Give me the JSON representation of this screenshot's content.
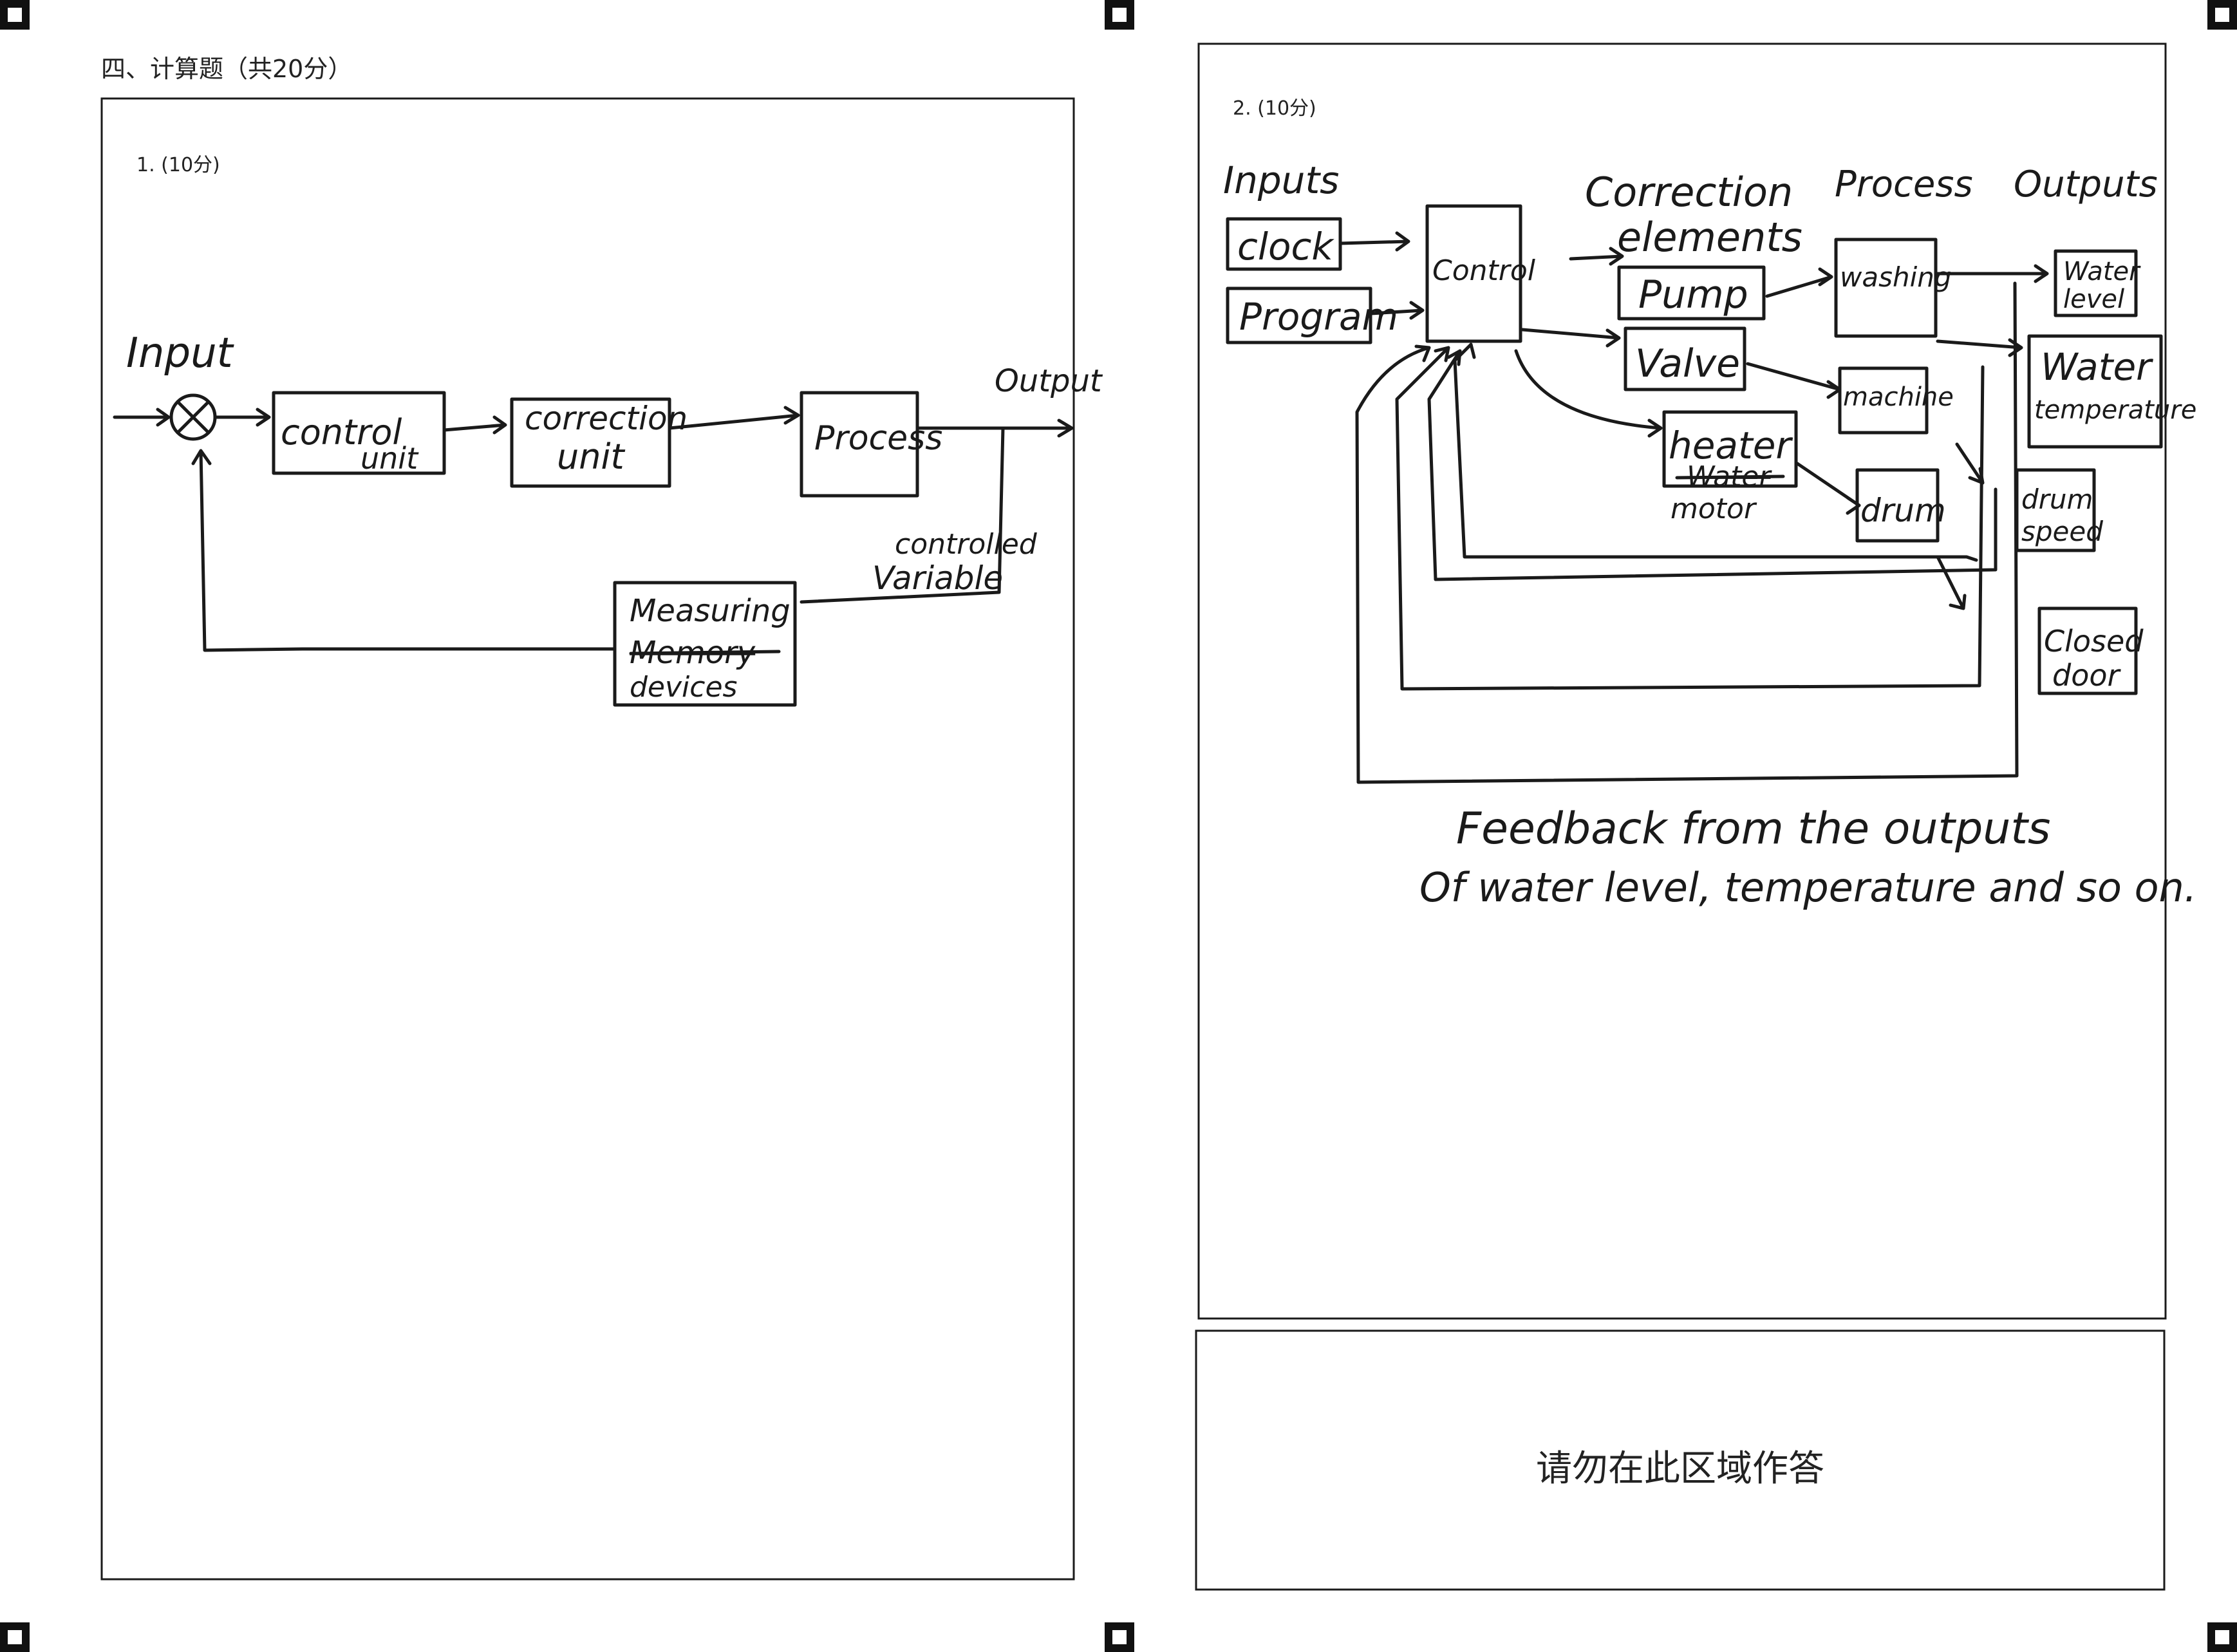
{
  "section_title": "四、计算题（共20分）",
  "question1": {
    "label": "1. (10分)",
    "input_label": "Input",
    "output_label": "Output",
    "blocks": {
      "control": [
        "control",
        "unit"
      ],
      "correction": [
        "correction",
        "unit"
      ],
      "process": "Process",
      "measuring": [
        "Measuring",
        "Memory",
        "devices"
      ]
    },
    "controlled_variable": [
      "controlled",
      "Variable"
    ]
  },
  "question2": {
    "label": "2. (10分)",
    "headers": {
      "inputs": "Inputs",
      "correction": [
        "Correction",
        "elements"
      ],
      "process": "Process",
      "outputs": "Outputs"
    },
    "inputs": [
      "clock",
      "Program"
    ],
    "control": "Control",
    "correction_elements": [
      "Pump",
      "Valve",
      "heater",
      "Water",
      "motor"
    ],
    "process": [
      "washing",
      "machine",
      "drum"
    ],
    "outputs": [
      [
        "Water",
        "level"
      ],
      [
        "Water",
        "temperature"
      ],
      [
        "drum",
        "speed"
      ],
      [
        "Closed",
        "door"
      ]
    ],
    "feedback_note": [
      "Feedback from the outputs",
      "Of water level, temperature and so on."
    ]
  },
  "no_answer_zone": "请勿在此区域作答"
}
